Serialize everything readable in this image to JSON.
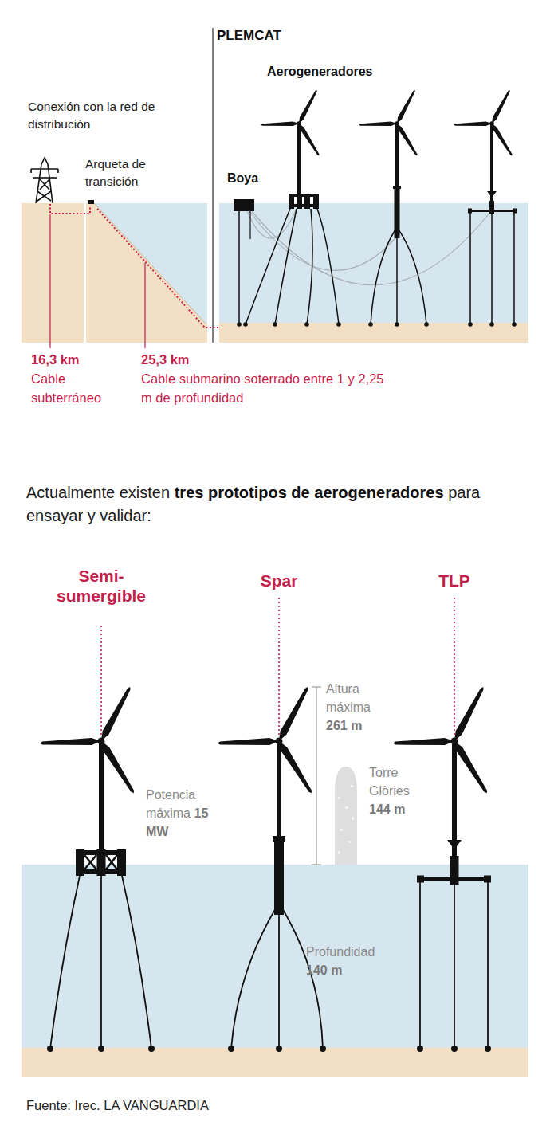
{
  "diagram": {
    "title": "PLEMCAT",
    "caption": "Fuente: Irec. LA VANGUARDIA",
    "labels": [
      "Conexión con la red de distribución",
      "Arqueta de transición",
      "Aerogeneradores",
      "Boya",
      "16,3 km",
      "Cable subterráneo",
      "25,3 km",
      "Cable submarino soterrado entre 1 y 2,25 m de profundidad",
      "Actualmente existen",
      "tres prototipos de aerogeneradores",
      "para ensayar y validar:",
      "Semi-sumergible",
      "Spar",
      "TLP",
      "Potencia máxima",
      "15 MW",
      "Altura máxima",
      "261 m",
      "Torre Glòries",
      "144 m",
      "Profundidad",
      "140 m"
    ]
  }
}
